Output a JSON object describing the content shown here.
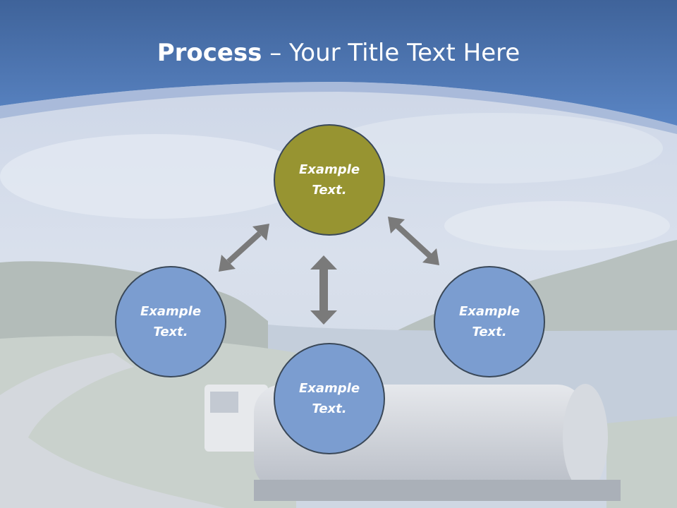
{
  "slide": {
    "title_bold": "Process",
    "title_rest": " – Your Title Text Here",
    "colors": {
      "header_blue": "#4d74b0",
      "top_circle": "#979431",
      "blue_circle": "#7b9dd0",
      "arrow": "#7a7a7a",
      "text": "#ffffff"
    }
  },
  "nodes": {
    "top": {
      "line1": "Example",
      "line2": "Text."
    },
    "left": {
      "line1": "Example",
      "line2": "Text."
    },
    "right": {
      "line1": "Example",
      "line2": "Text."
    },
    "bottom": {
      "line1": "Example",
      "line2": "Text."
    }
  }
}
